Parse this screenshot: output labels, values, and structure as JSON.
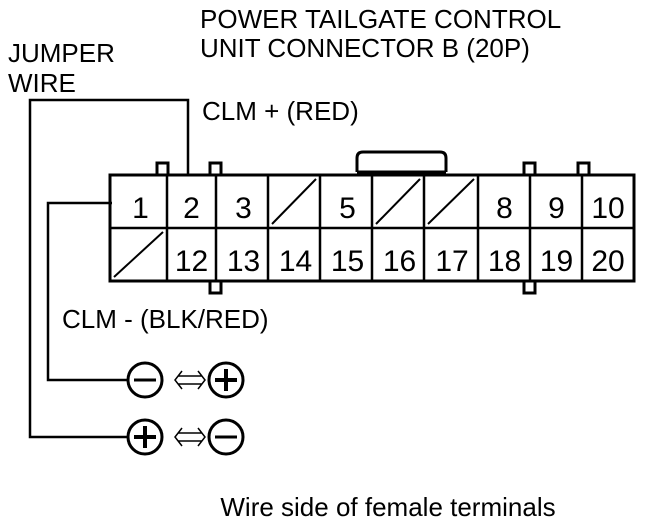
{
  "title": {
    "line1": "POWER TAILGATE CONTROL",
    "line2": "UNIT CONNECTOR B (20P)"
  },
  "jumper": {
    "line1": "JUMPER",
    "line2": "WIRE"
  },
  "clm_plus": "CLM +  (RED)",
  "clm_minus": "CLM -  (BLK/RED)",
  "caption": "Wire side of female terminals",
  "connector": {
    "top_row": [
      "1",
      "2",
      "3",
      "",
      "5",
      "",
      "",
      "8",
      "9",
      "10"
    ],
    "bottom_row": [
      "",
      "12",
      "13",
      "14",
      "15",
      "16",
      "17",
      "18",
      "19",
      "20"
    ]
  },
  "icons": [
    "minus-circle-icon",
    "double-arrow-icon",
    "plus-circle-icon"
  ]
}
